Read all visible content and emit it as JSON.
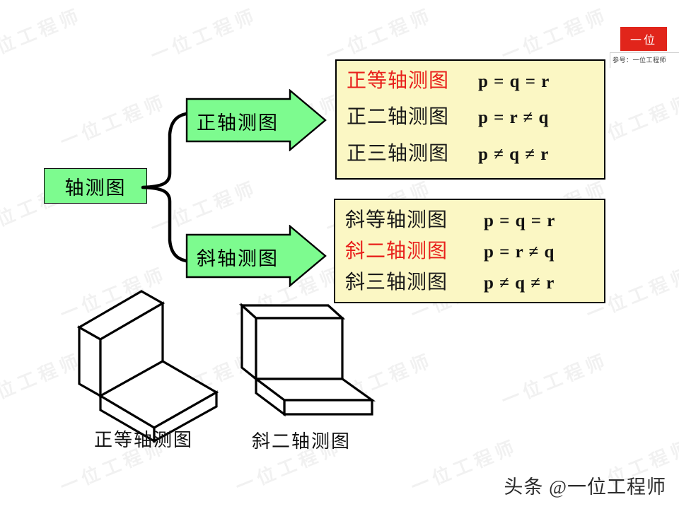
{
  "root": {
    "label": "轴测图"
  },
  "branches": [
    {
      "id": "orthographic",
      "label": "正轴测图"
    },
    {
      "id": "oblique",
      "label": "斜轴测图"
    }
  ],
  "panels": [
    {
      "id": "orthographic-panel",
      "rows": [
        {
          "name": "正等轴测图",
          "formula": "p = q = r",
          "highlight": true
        },
        {
          "name": "正二轴测图",
          "formula": "p = r ≠ q",
          "highlight": false
        },
        {
          "name": "正三轴测图",
          "formula": "p ≠ q ≠ r",
          "highlight": false
        }
      ]
    },
    {
      "id": "oblique-panel",
      "rows": [
        {
          "name": "斜等轴测图",
          "formula": "p = q = r",
          "highlight": false
        },
        {
          "name": "斜二轴测图",
          "formula": "p = r ≠ q",
          "highlight": true
        },
        {
          "name": "斜三轴测图",
          "formula": "p ≠ q ≠ r",
          "highlight": false
        }
      ]
    }
  ],
  "pictorials": [
    {
      "id": "isometric-solid",
      "caption": "正等轴测图"
    },
    {
      "id": "cavalier-solid",
      "caption": "斜二轴测图"
    }
  ],
  "logo": {
    "mark": "一位",
    "caption": "参号：一位工程师"
  },
  "channel_watermark": "头条 @一位工程师",
  "background_watermark": "一位工程师",
  "colors": {
    "green_fill": "#7dfb8f",
    "yellow_fill": "#fbf7c4",
    "highlight_red": "#e8201c",
    "logo_red": "#e1251b",
    "outline": "#000000"
  }
}
